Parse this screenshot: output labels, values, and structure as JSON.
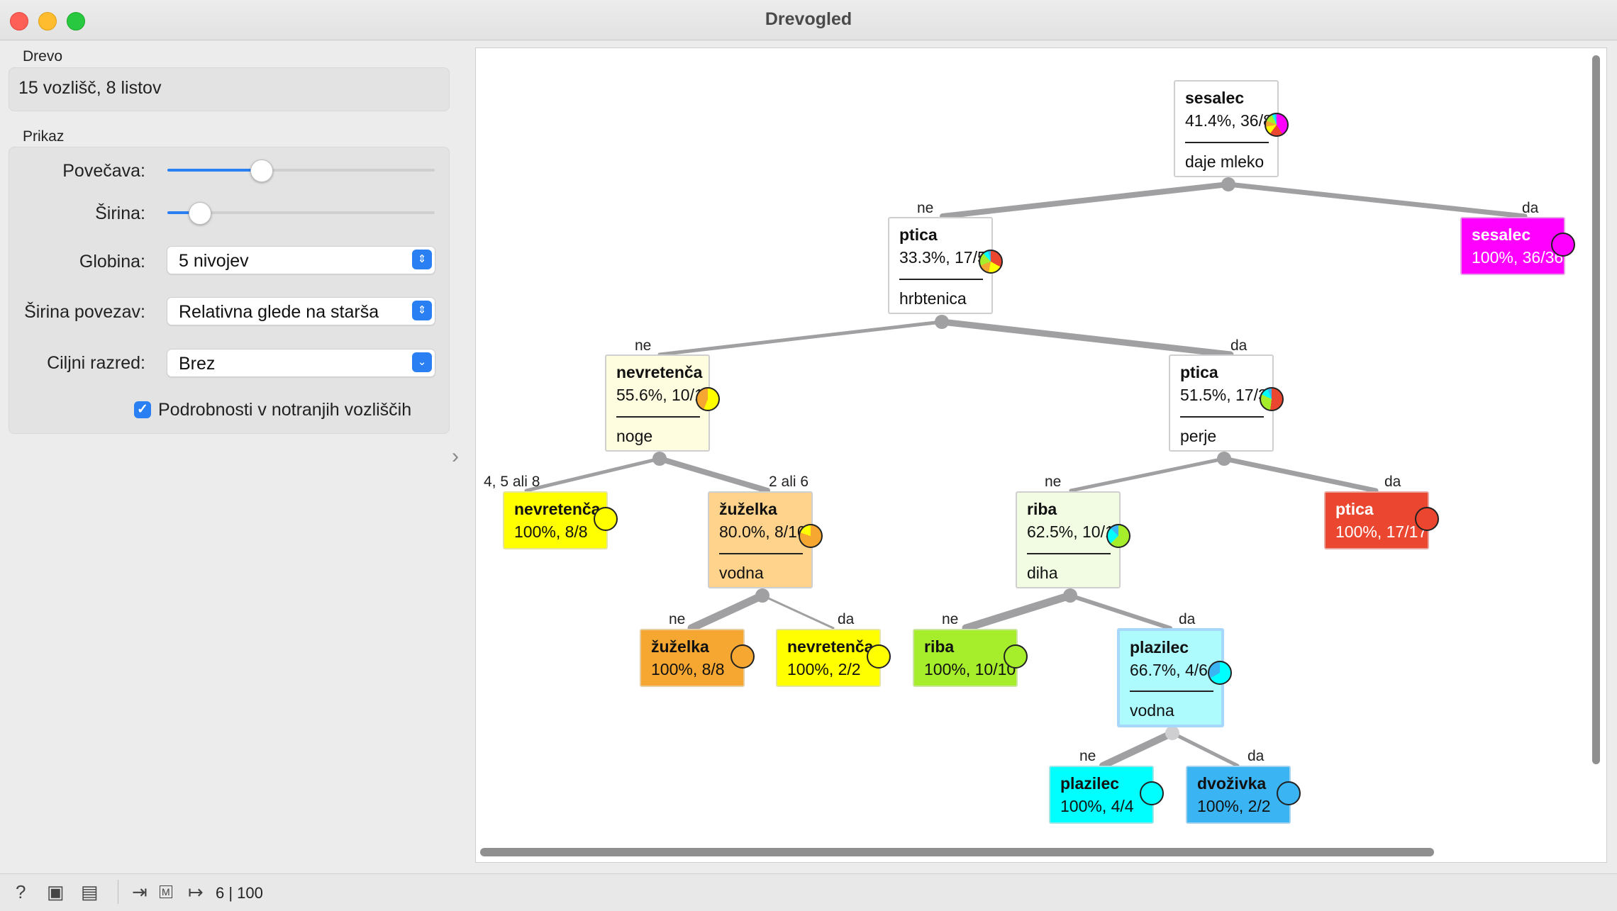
{
  "window": {
    "title": "Drevogled"
  },
  "info": {
    "section": "Drevo",
    "text": "15 vozlišč, 8 listov"
  },
  "display": {
    "section": "Prikaz",
    "zoom_label": "Povečava:",
    "zoom_level": 0.35,
    "width_label": "Širina:",
    "width_level": 0.12,
    "depth_label": "Globina:",
    "depth_value": "5 nivojev",
    "edge_width_label": "Širina povezav:",
    "edge_width_value": "Relativna glede na starša",
    "target_label": "Ciljni razred:",
    "target_value": "Brez",
    "details_label": "Podrobnosti v notranjih vozliščih",
    "details_checked": true
  },
  "tree": {
    "nodes": {
      "root": {
        "name": "sesalec",
        "stats": "41.4%, 36/87",
        "split": "daje mleko"
      },
      "n1": {
        "name": "ptica",
        "stats": "33.3%, 17/51",
        "split": "hrbtenica"
      },
      "leaf_sesalec": {
        "name": "sesalec",
        "stats": "100%, 36/36"
      },
      "n2": {
        "name": "nevretenča",
        "stats": "55.6%, 10/18",
        "split": "noge"
      },
      "n3": {
        "name": "ptica",
        "stats": "51.5%, 17/33",
        "split": "perje"
      },
      "leaf_nev1": {
        "name": "nevretenča",
        "stats": "100%, 8/8"
      },
      "n4": {
        "name": "žuželka",
        "stats": "80.0%, 8/10",
        "split": "vodna"
      },
      "n5": {
        "name": "riba",
        "stats": "62.5%, 10/16",
        "split": "diha"
      },
      "leaf_ptica": {
        "name": "ptica",
        "stats": "100%, 17/17"
      },
      "leaf_zuz": {
        "name": "žuželka",
        "stats": "100%, 8/8"
      },
      "leaf_nev2": {
        "name": "nevretenča",
        "stats": "100%, 2/2"
      },
      "leaf_riba": {
        "name": "riba",
        "stats": "100%, 10/10"
      },
      "n6": {
        "name": "plazilec",
        "stats": "66.7%, 4/6",
        "split": "vodna"
      },
      "leaf_plaz": {
        "name": "plazilec",
        "stats": "100%, 4/4"
      },
      "leaf_dvo": {
        "name": "dvoživka",
        "stats": "100%, 2/2"
      }
    },
    "edges": {
      "root_ne": "ne",
      "root_da": "da",
      "n1_ne": "ne",
      "n1_da": "da",
      "n2_left": "4, 5 ali 8",
      "n2_right": "2 ali 6",
      "n3_ne": "ne",
      "n3_da": "da",
      "n4_ne": "ne",
      "n4_da": "da",
      "n5_ne": "ne",
      "n5_da": "da",
      "n6_ne": "ne",
      "n6_da": "da"
    },
    "colors": {
      "sesalec": "#ff00ff",
      "ptica": "#ea4630",
      "nevretenca": "#ffff00",
      "zuzelka": "#f5a731",
      "riba": "#a6ee2b",
      "plazilec": "#00ffff",
      "dvozivka": "#3ab4f2"
    }
  },
  "status": {
    "counts": "6 | 100"
  }
}
